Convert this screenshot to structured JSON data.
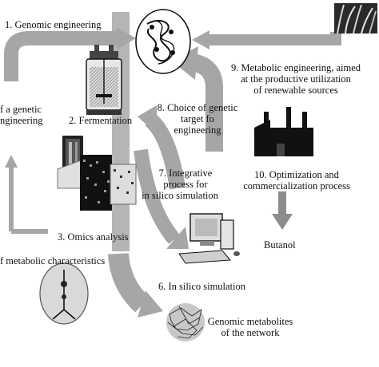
{
  "steps": {
    "s1": "1. Genomic engineering",
    "s2": "2. Fermentation",
    "s3": "3. Omics analysis",
    "s6": "6. In silico simulation",
    "s7": [
      "7. Integrative",
      "process for",
      "in silico simulation"
    ],
    "s8": [
      "8. Choice of genetic",
      "target fo",
      "engineering"
    ],
    "s9": [
      "9. Metabolic engineering, aimed",
      "at the productive utilization",
      "of renewable sources"
    ],
    "s10": [
      "10. Optimization and",
      "commercialization process"
    ]
  },
  "side_labels": {
    "left_top": [
      "f a genetic",
      "ngineering"
    ],
    "left_mid": "f metabolic characteristics"
  },
  "outputs": {
    "butanol": "Butanol",
    "metabolites": [
      "Genomic metabolites",
      "of the network"
    ]
  },
  "colors": {
    "arrow": "#a6a6a6",
    "arrow_dark": "#8c8c8c",
    "ink": "#111111"
  }
}
